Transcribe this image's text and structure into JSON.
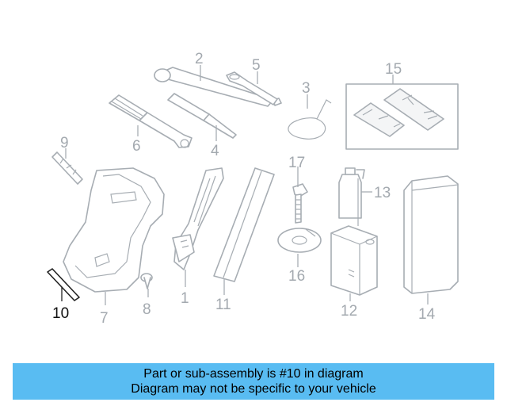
{
  "callouts": {
    "c1": "1",
    "c2": "2",
    "c3": "3",
    "c4": "4",
    "c5": "5",
    "c6": "6",
    "c7": "7",
    "c8": "8",
    "c9": "9",
    "c10": "10",
    "c11": "11",
    "c12": "12",
    "c13": "13",
    "c14": "14",
    "c15": "15",
    "c16": "16",
    "c17": "17"
  },
  "banner": {
    "line1": "Part or sub-assembly is #10 in diagram",
    "line2": "Diagram may not be specific to your vehicle"
  },
  "colors": {
    "banner_bg": "#59bcf2",
    "line_art": "#a7adb3",
    "highlight": "#111111"
  }
}
